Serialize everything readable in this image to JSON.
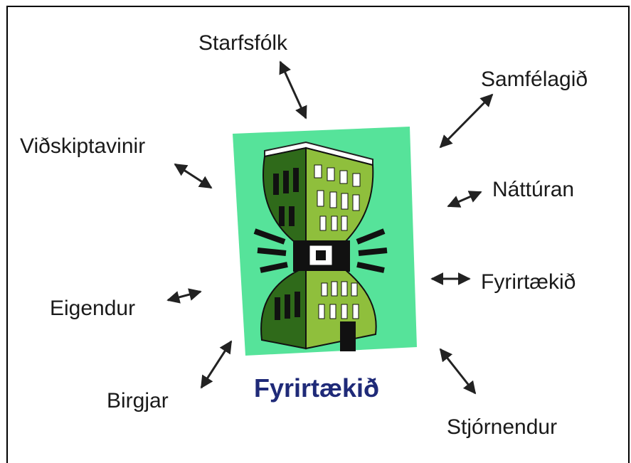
{
  "center": {
    "title": "Fyrirtækið",
    "icon": "office-building-icon"
  },
  "stakeholders": [
    {
      "id": "starfsfolk",
      "label": "Starfsfólk"
    },
    {
      "id": "samfelagid",
      "label": "Samfélagið"
    },
    {
      "id": "vidskiptavinir",
      "label": "Viðskiptavinir"
    },
    {
      "id": "natturan",
      "label": "Náttúran"
    },
    {
      "id": "fyrirtaekid",
      "label": "Fyrirtækið"
    },
    {
      "id": "eigendur",
      "label": "Eigendur"
    },
    {
      "id": "birgjar",
      "label": "Birgjar"
    },
    {
      "id": "stjornendur",
      "label": "Stjórnendur"
    }
  ],
  "colors": {
    "backdrop": "#56e39a",
    "building_light": "#8fbf3c",
    "building_dark": "#2f6a1a",
    "title": "#1f2a78",
    "arrow": "#222222"
  }
}
